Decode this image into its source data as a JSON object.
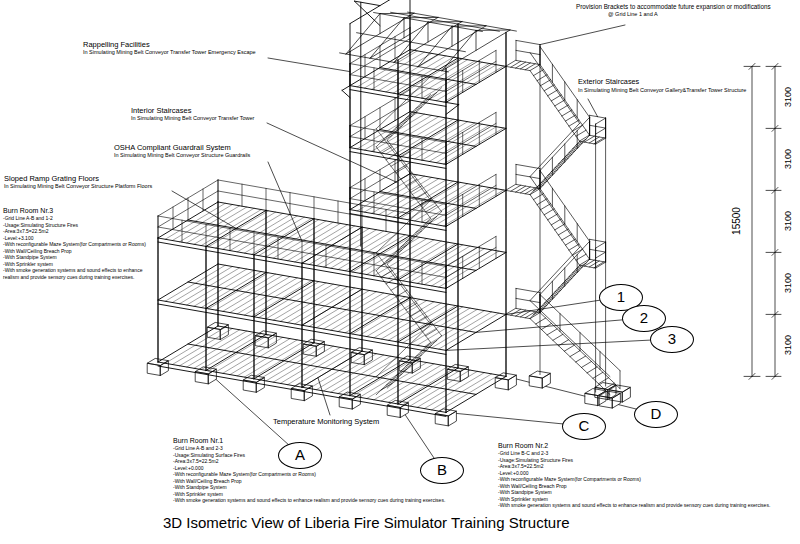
{
  "diagram": {
    "caption": "3D Isometric View of Liberia Fire Simulator Training Structure",
    "nodes": [
      {
        "text": [
          "1"
        ]
      },
      {
        "text": [
          "2"
        ]
      },
      {
        "text": [
          "3"
        ]
      },
      {
        "text": [
          "D"
        ]
      },
      {
        "text": [
          "C"
        ]
      },
      {
        "text": [
          "A"
        ]
      },
      {
        "text": [
          "B"
        ]
      }
    ],
    "labels": [
      "Provision Brackets to accommodate future expansion or modifications",
      "@ Grid Line 1 and A",
      "Rappelling Facilities",
      "In Simulating Mining Belt Conveyor Transfer Tower Emergency Escape",
      "Exterior Staircases",
      "In Simulating Mining Belt Conveyor Gallery&Transfer Tower Structure",
      "Interior Staircases",
      "In Simulating Mining Belt Conveyor Transfer Tower",
      "OSHA Compliant Guardrail System",
      "In Simulating Mining Belt Conveyor Structure Guardrails",
      "Sloped Ramp Grating Floors",
      "In Simulating Mining Belt Conveyor Structure Platform Floors",
      "Burn Room Nr.3",
      "-Grid Line A-B and 1-2",
      "-Usage:Simulating Structure Fires",
      "-Area:3x7.5=22.5m2",
      "-Level:+3.100",
      "-With reconfigurable Maze System(for Compartments or Rooms)",
      "-With Wall/Ceiling Breach Prop",
      "-With Standpipe System",
      "-With Sprinkler system",
      "-With smoke generation systems and sound effects to enhance realism and provide sensory cues during training exercises.",
      "15500",
      "3100",
      "3100",
      "3100",
      "3100",
      "3100",
      "Temperature Monitoring System",
      "Burn Room Nr.1",
      "-Grid Line A-B and 2-3",
      "-Usage:Simulating Surface Fires",
      "-Area:3x7.5=22.5m2",
      "-Level:+0.000",
      "-With reconfigurable Maze System(for Compartments or Rooms)",
      "-With Wall/Ceiling Breach Prop",
      "-With Standpipe System",
      "-With Sprinkler system",
      "-With smoke generation systems and sound effects to enhance realism and provide sensory cues during training exercises.",
      "Burn Room Nr.2",
      "-Grid Line B-C and 2-3",
      "-Usage:Simulating Structure Fires",
      "-Area:3x7.5=22.5m2",
      "-Level:+0.000",
      "-With reconfigurable Maze System(for Compartments or Rooms)",
      "-With Wall/Ceiling Breach Prop",
      "-With Standpipe System",
      "-With Sprinkler system",
      "-With smoke generation systems and sound effects to enhance realism and provide sensory cues during training exercises."
    ]
  }
}
